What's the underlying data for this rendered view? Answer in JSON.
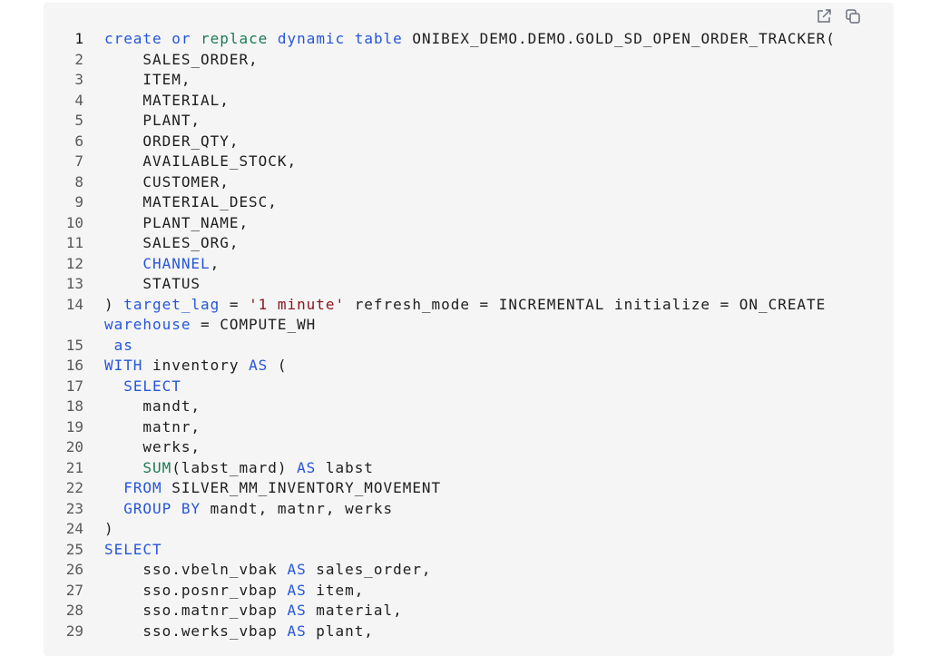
{
  "toolbar": {
    "open_icon": "external-link-icon",
    "copy_icon": "copy-icon"
  },
  "lines": [
    {
      "n": "1",
      "tokens": [
        [
          "create",
          "kw"
        ],
        [
          " "
        ],
        [
          "or",
          "kw"
        ],
        [
          " "
        ],
        [
          "replace",
          "gr"
        ],
        [
          " "
        ],
        [
          "dynamic",
          "kw"
        ],
        [
          " "
        ],
        [
          "table",
          "kw"
        ],
        [
          " ONIBEX_DEMO.DEMO.GOLD_SD_OPEN_ORDER_TRACKER("
        ]
      ]
    },
    {
      "n": "2",
      "tokens": [
        [
          "    SALES_ORDER,"
        ]
      ]
    },
    {
      "n": "3",
      "tokens": [
        [
          "    ITEM,"
        ]
      ]
    },
    {
      "n": "4",
      "tokens": [
        [
          "    MATERIAL,"
        ]
      ]
    },
    {
      "n": "5",
      "tokens": [
        [
          "    PLANT,"
        ]
      ]
    },
    {
      "n": "6",
      "tokens": [
        [
          "    ORDER_QTY,"
        ]
      ]
    },
    {
      "n": "7",
      "tokens": [
        [
          "    AVAILABLE_STOCK,"
        ]
      ]
    },
    {
      "n": "8",
      "tokens": [
        [
          "    CUSTOMER,"
        ]
      ]
    },
    {
      "n": "9",
      "tokens": [
        [
          "    MATERIAL_DESC,"
        ]
      ]
    },
    {
      "n": "10",
      "tokens": [
        [
          "    PLANT_NAME,"
        ]
      ]
    },
    {
      "n": "11",
      "tokens": [
        [
          "    SALES_ORG,"
        ]
      ]
    },
    {
      "n": "12",
      "tokens": [
        [
          "    "
        ],
        [
          "CHANNEL",
          "kw"
        ],
        [
          ","
        ]
      ]
    },
    {
      "n": "13",
      "tokens": [
        [
          "    STATUS"
        ]
      ]
    },
    {
      "n": "14",
      "tokens": [
        [
          ") "
        ],
        [
          "target_lag",
          "kw"
        ],
        [
          " = "
        ],
        [
          "'1 minute'",
          "st"
        ],
        [
          " refresh_mode = INCREMENTAL initialize = ON_CREATE"
        ]
      ]
    },
    {
      "n": "",
      "tokens": [
        [
          "warehouse",
          "kw"
        ],
        [
          " = COMPUTE_WH"
        ]
      ]
    },
    {
      "n": "15",
      "tokens": [
        [
          " "
        ],
        [
          "as",
          "kw"
        ]
      ]
    },
    {
      "n": "16",
      "tokens": [
        [
          "WITH",
          "kw"
        ],
        [
          " inventory "
        ],
        [
          "AS",
          "kw"
        ],
        [
          " ("
        ]
      ]
    },
    {
      "n": "17",
      "tokens": [
        [
          "  "
        ],
        [
          "SELECT",
          "kw"
        ]
      ]
    },
    {
      "n": "18",
      "tokens": [
        [
          "    mandt,"
        ]
      ]
    },
    {
      "n": "19",
      "tokens": [
        [
          "    matnr,"
        ]
      ]
    },
    {
      "n": "20",
      "tokens": [
        [
          "    werks,"
        ]
      ]
    },
    {
      "n": "21",
      "tokens": [
        [
          "    "
        ],
        [
          "SUM",
          "gr"
        ],
        [
          "(labst_mard) "
        ],
        [
          "AS",
          "kw"
        ],
        [
          " labst"
        ]
      ]
    },
    {
      "n": "22",
      "tokens": [
        [
          "  "
        ],
        [
          "FROM",
          "kw"
        ],
        [
          " SILVER_MM_INVENTORY_MOVEMENT"
        ]
      ]
    },
    {
      "n": "23",
      "tokens": [
        [
          "  "
        ],
        [
          "GROUP BY",
          "kw"
        ],
        [
          " mandt, matnr, werks"
        ]
      ]
    },
    {
      "n": "24",
      "tokens": [
        [
          ")"
        ]
      ]
    },
    {
      "n": "25",
      "tokens": [
        [
          "SELECT",
          "kw"
        ]
      ]
    },
    {
      "n": "26",
      "tokens": [
        [
          "    sso.vbeln_vbak "
        ],
        [
          "AS",
          "kw"
        ],
        [
          " sales_order,"
        ]
      ]
    },
    {
      "n": "27",
      "tokens": [
        [
          "    sso.posnr_vbap "
        ],
        [
          "AS",
          "kw"
        ],
        [
          " item,"
        ]
      ]
    },
    {
      "n": "28",
      "tokens": [
        [
          "    sso.matnr_vbap "
        ],
        [
          "AS",
          "kw"
        ],
        [
          " material,"
        ]
      ]
    },
    {
      "n": "29",
      "tokens": [
        [
          "    sso.werks_vbap "
        ],
        [
          "AS",
          "kw"
        ],
        [
          " plant,"
        ]
      ]
    }
  ]
}
